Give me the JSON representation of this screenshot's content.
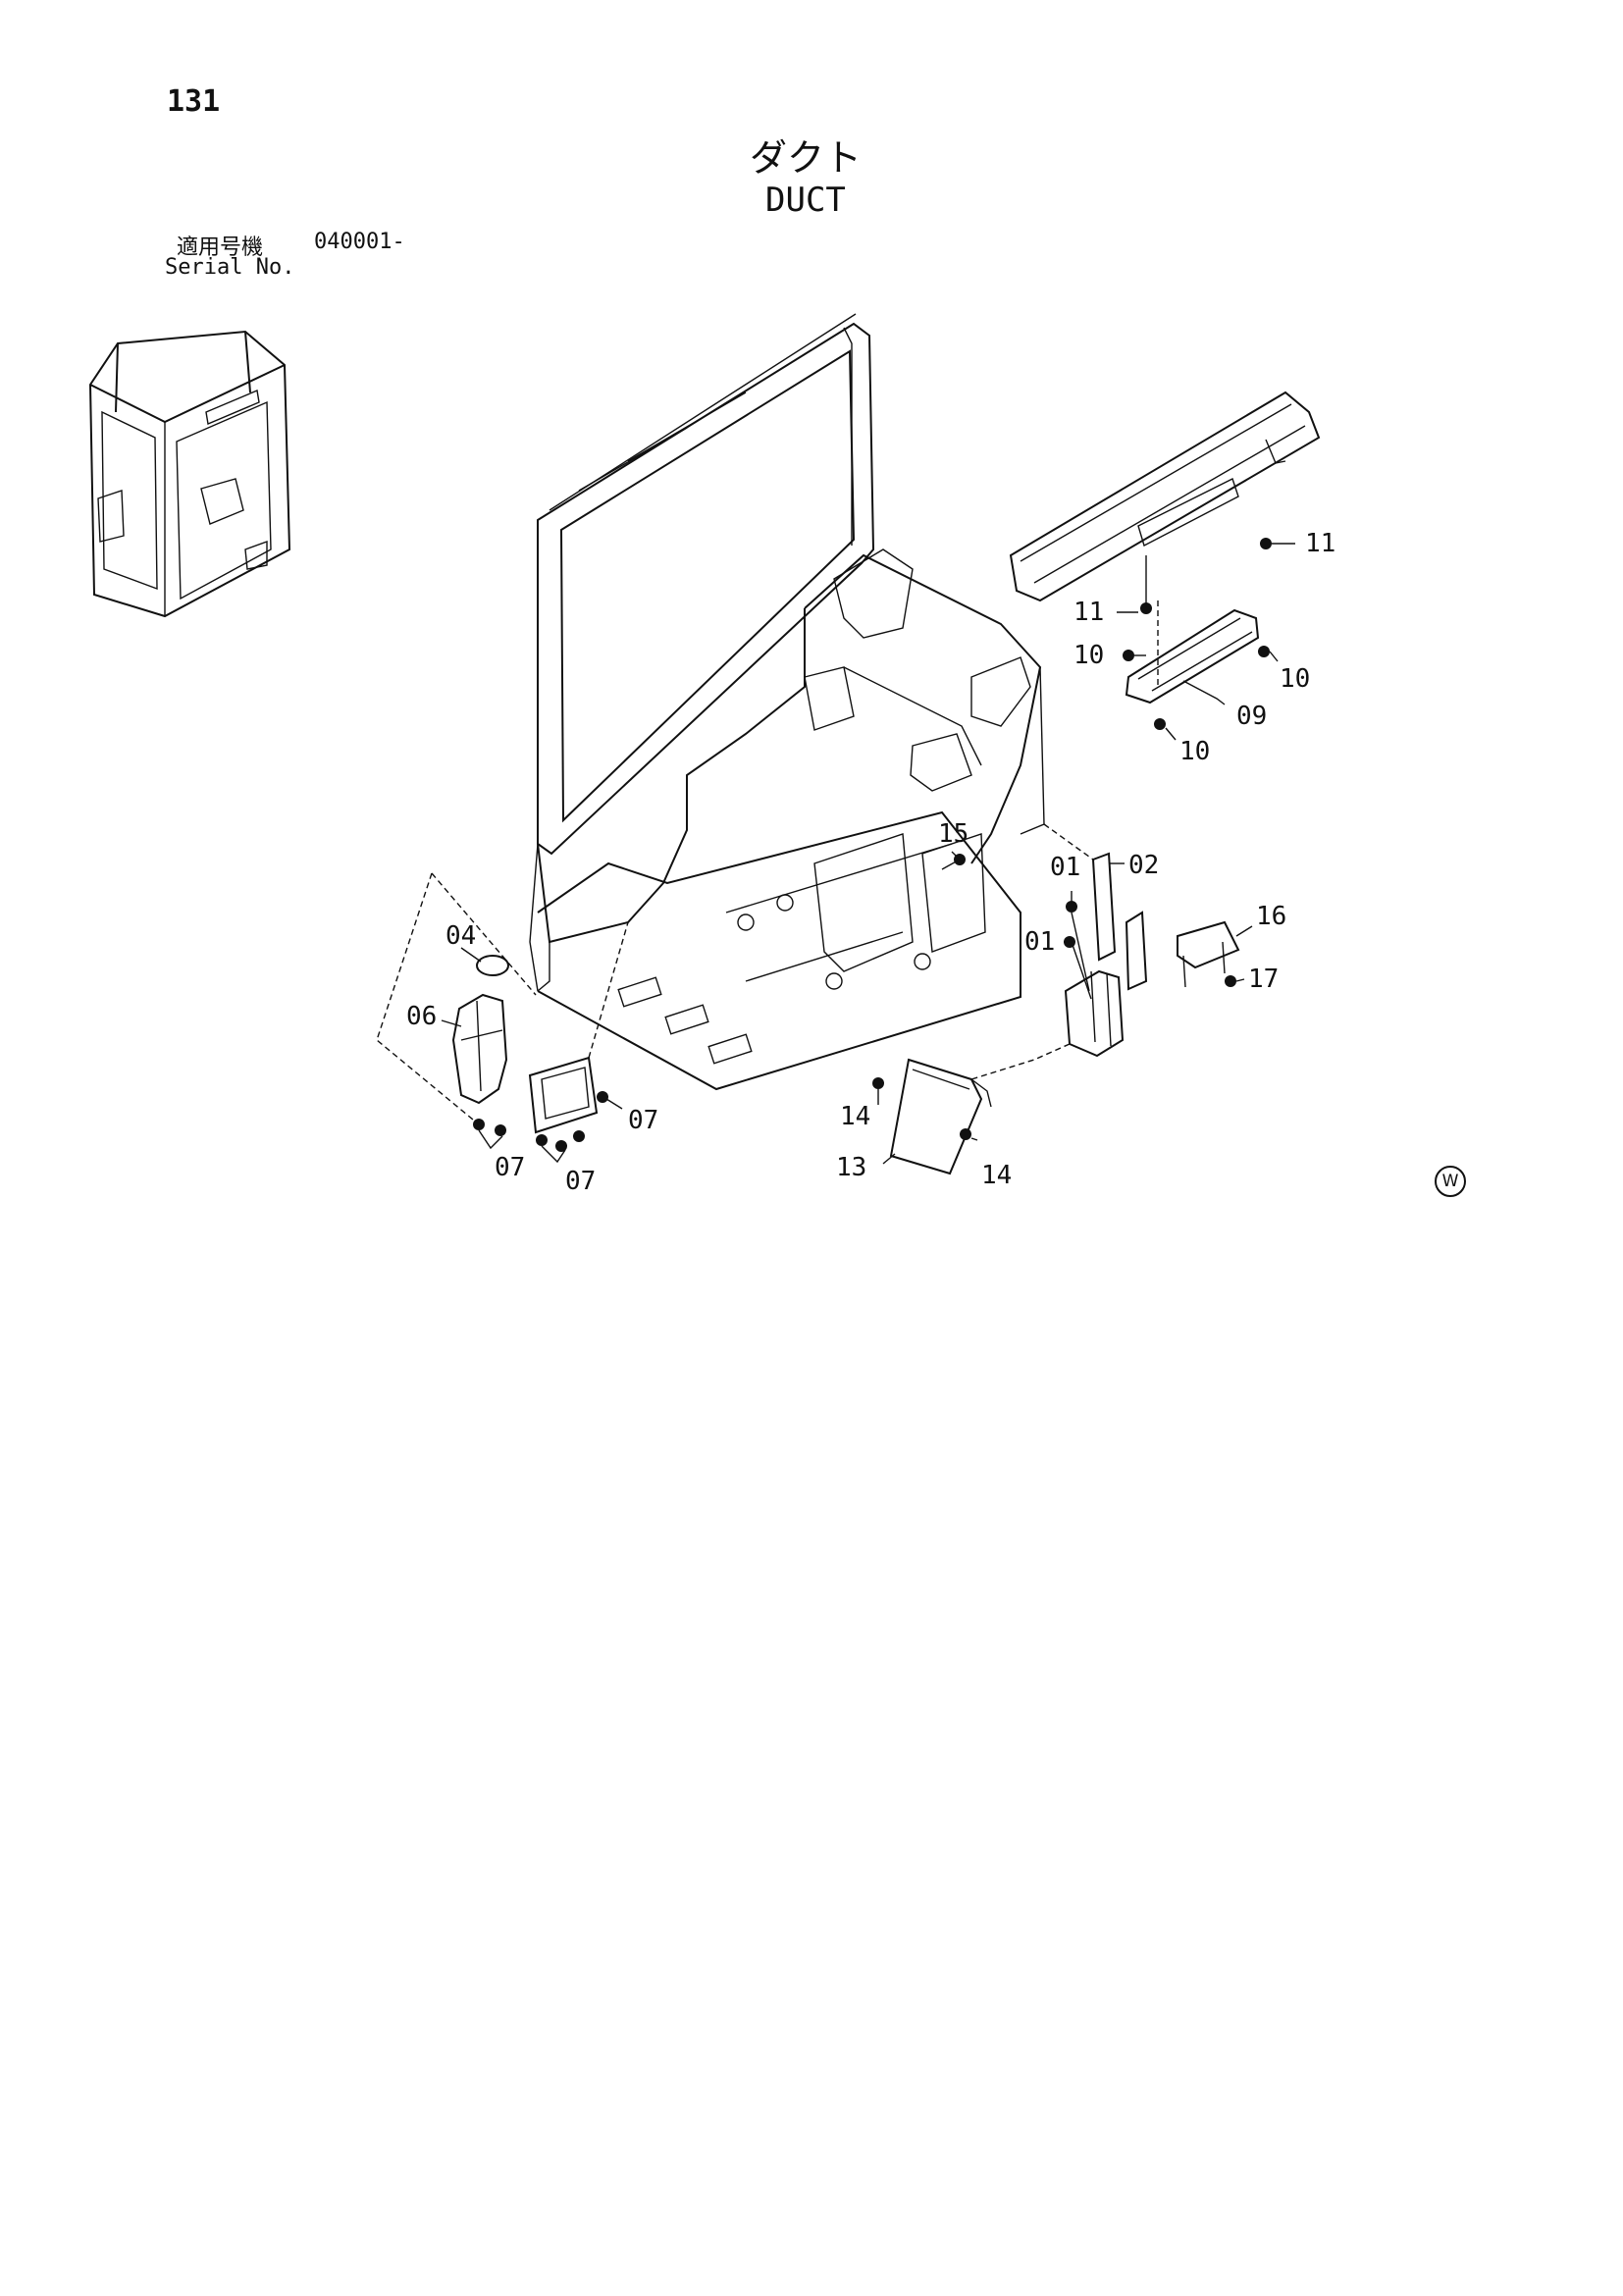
{
  "page_number": "131",
  "title_jp": "ダクト",
  "title_en": "DUCT",
  "serial_label_jp": "適用号機",
  "serial_label_en": "Serial No.",
  "serial_value": "040001-",
  "mark": "W",
  "callouts": {
    "c01a": "01",
    "c01b": "01",
    "c02": "02",
    "c04": "04",
    "c06": "06",
    "c07a": "07",
    "c07b": "07",
    "c07c": "07",
    "c09": "09",
    "c10a": "10",
    "c10b": "10",
    "c10c": "10",
    "c11a": "11",
    "c11b": "11",
    "c13": "13",
    "c14a": "14",
    "c14b": "14",
    "c15": "15",
    "c16": "16",
    "c17": "17"
  }
}
